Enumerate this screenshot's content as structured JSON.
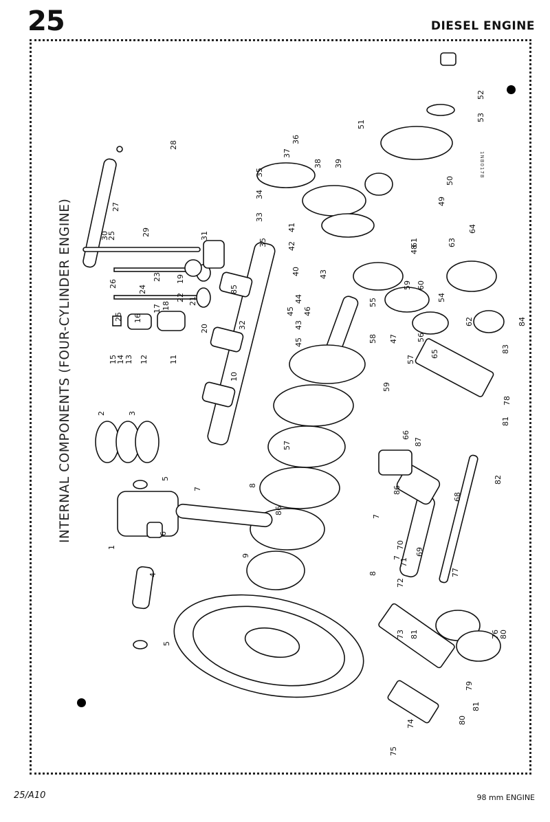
{
  "header": {
    "page_number": "25",
    "section_title": "DIESEL ENGINE"
  },
  "figure": {
    "caption": "INTERNAL COMPONENTS (FOUR-CYLINDER ENGINE)",
    "drawing_reference": "1NB017B",
    "callouts": [
      "1",
      "2",
      "3",
      "4",
      "5",
      "5",
      "6",
      "7",
      "7",
      "7",
      "8",
      "8",
      "9",
      "10",
      "11",
      "12",
      "13",
      "14",
      "15",
      "16",
      "17",
      "18",
      "19",
      "20",
      "21",
      "22",
      "23",
      "24",
      "25",
      "25",
      "26",
      "27",
      "28",
      "29",
      "30",
      "31",
      "32",
      "33",
      "34",
      "35",
      "35",
      "36",
      "37",
      "38",
      "39",
      "40",
      "41",
      "42",
      "43",
      "43",
      "44",
      "45",
      "45",
      "46",
      "47",
      "48",
      "49",
      "50",
      "51",
      "52",
      "53",
      "54",
      "55",
      "56",
      "57",
      "57",
      "58",
      "59",
      "59",
      "60",
      "61",
      "62",
      "63",
      "64",
      "65",
      "66",
      "68",
      "69",
      "70",
      "71",
      "72",
      "73",
      "74",
      "75",
      "76",
      "77",
      "78",
      "79",
      "80",
      "80",
      "81",
      "81",
      "81",
      "82",
      "83",
      "84",
      "85",
      "86",
      "86",
      "87"
    ]
  },
  "footer": {
    "left": "25/A10",
    "right": "98 mm ENGINE"
  }
}
